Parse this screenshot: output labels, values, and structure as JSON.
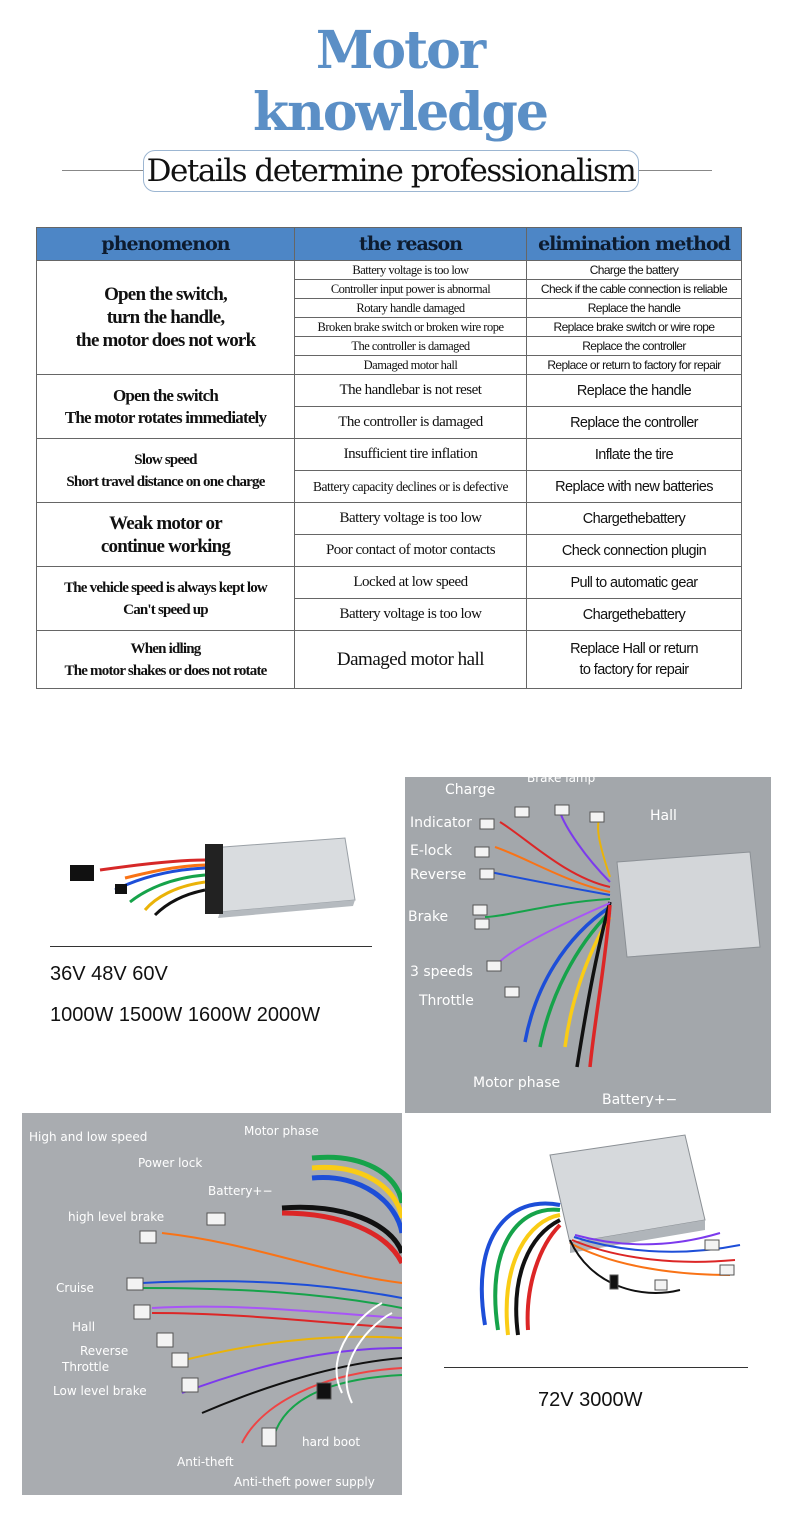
{
  "header": {
    "title_line1": "Motor",
    "title_line2": "knowledge",
    "subtitle": "Details determine professionalism"
  },
  "table": {
    "headers": [
      "phenomenon",
      "the reason",
      "elimination method"
    ],
    "groups": [
      {
        "phenomenon": [
          "Open the switch,",
          "turn the handle,",
          "the motor does not work"
        ],
        "rows": [
          {
            "reason": "Battery voltage is too low",
            "method": "Charge the battery"
          },
          {
            "reason": "Controller input power is abnormal",
            "method": "Check if the cable connection is reliable"
          },
          {
            "reason": "Rotary handle damaged",
            "method": "Replace the handle"
          },
          {
            "reason": "Broken brake switch or broken wire rope",
            "method": "Replace brake switch or wire rope"
          },
          {
            "reason": "The controller is damaged",
            "method": "Replace the controller"
          },
          {
            "reason": "Damaged motor hall",
            "method": "Replace or return to factory for repair"
          }
        ]
      },
      {
        "phenomenon": [
          "Open the switch",
          "The motor rotates immediately"
        ],
        "rows": [
          {
            "reason": "The handlebar is not reset",
            "method": "Replace the handle"
          },
          {
            "reason": "The controller is damaged",
            "method": "Replace the controller"
          }
        ]
      },
      {
        "phenomenon": [
          "Slow speed",
          "Short travel distance on one charge"
        ],
        "rows": [
          {
            "reason": "Insufficient tire inflation",
            "method": "Inflate the tire"
          },
          {
            "reason": "Battery capacity declines or is defective",
            "method": "Replace with new batteries"
          }
        ]
      },
      {
        "phenomenon": [
          "Weak motor or",
          "continue working"
        ],
        "rows": [
          {
            "reason": "Battery voltage is too low",
            "method": "Chargethebattery"
          },
          {
            "reason": "Poor contact of motor contacts",
            "method": "Check connection plugin"
          }
        ]
      },
      {
        "phenomenon": [
          "The vehicle speed is always kept low",
          "Can't speed up"
        ],
        "rows": [
          {
            "reason": "Locked at low speed",
            "method": "Pull to automatic gear"
          },
          {
            "reason": "Battery voltage is too low",
            "method": "Chargethebattery"
          }
        ]
      },
      {
        "phenomenon": [
          "When idling",
          "The motor shakes or does not rotate"
        ],
        "rows": [
          {
            "reason": "Damaged motor hall",
            "method": [
              "Replace Hall or return",
              "to factory for repair"
            ]
          }
        ]
      }
    ]
  },
  "product1": {
    "voltages": "36V 48V 60V",
    "powers": "1000W 1500W 1600W 2000W"
  },
  "wiring1": {
    "labels": [
      "Brake lamp",
      "Charge",
      "Hall",
      "Indicator",
      "E-lock",
      "Reverse",
      "Brake",
      "3 speeds",
      "Throttle",
      "Motor phase",
      "Battery+−"
    ]
  },
  "wiring2": {
    "labels": [
      "High and low speed",
      "Motor phase",
      "Power lock",
      "Battery+−",
      "high level brake",
      "Cruise",
      "Hall",
      "Reverse",
      "Throttle",
      "Low level brake",
      "hard boot",
      "Anti-theft",
      "Anti-theft power supply"
    ]
  },
  "product2": {
    "spec": "72V 3000W"
  },
  "colors": {
    "title_blue": "#5b8fc6",
    "header_blue": "#4d86c6"
  }
}
